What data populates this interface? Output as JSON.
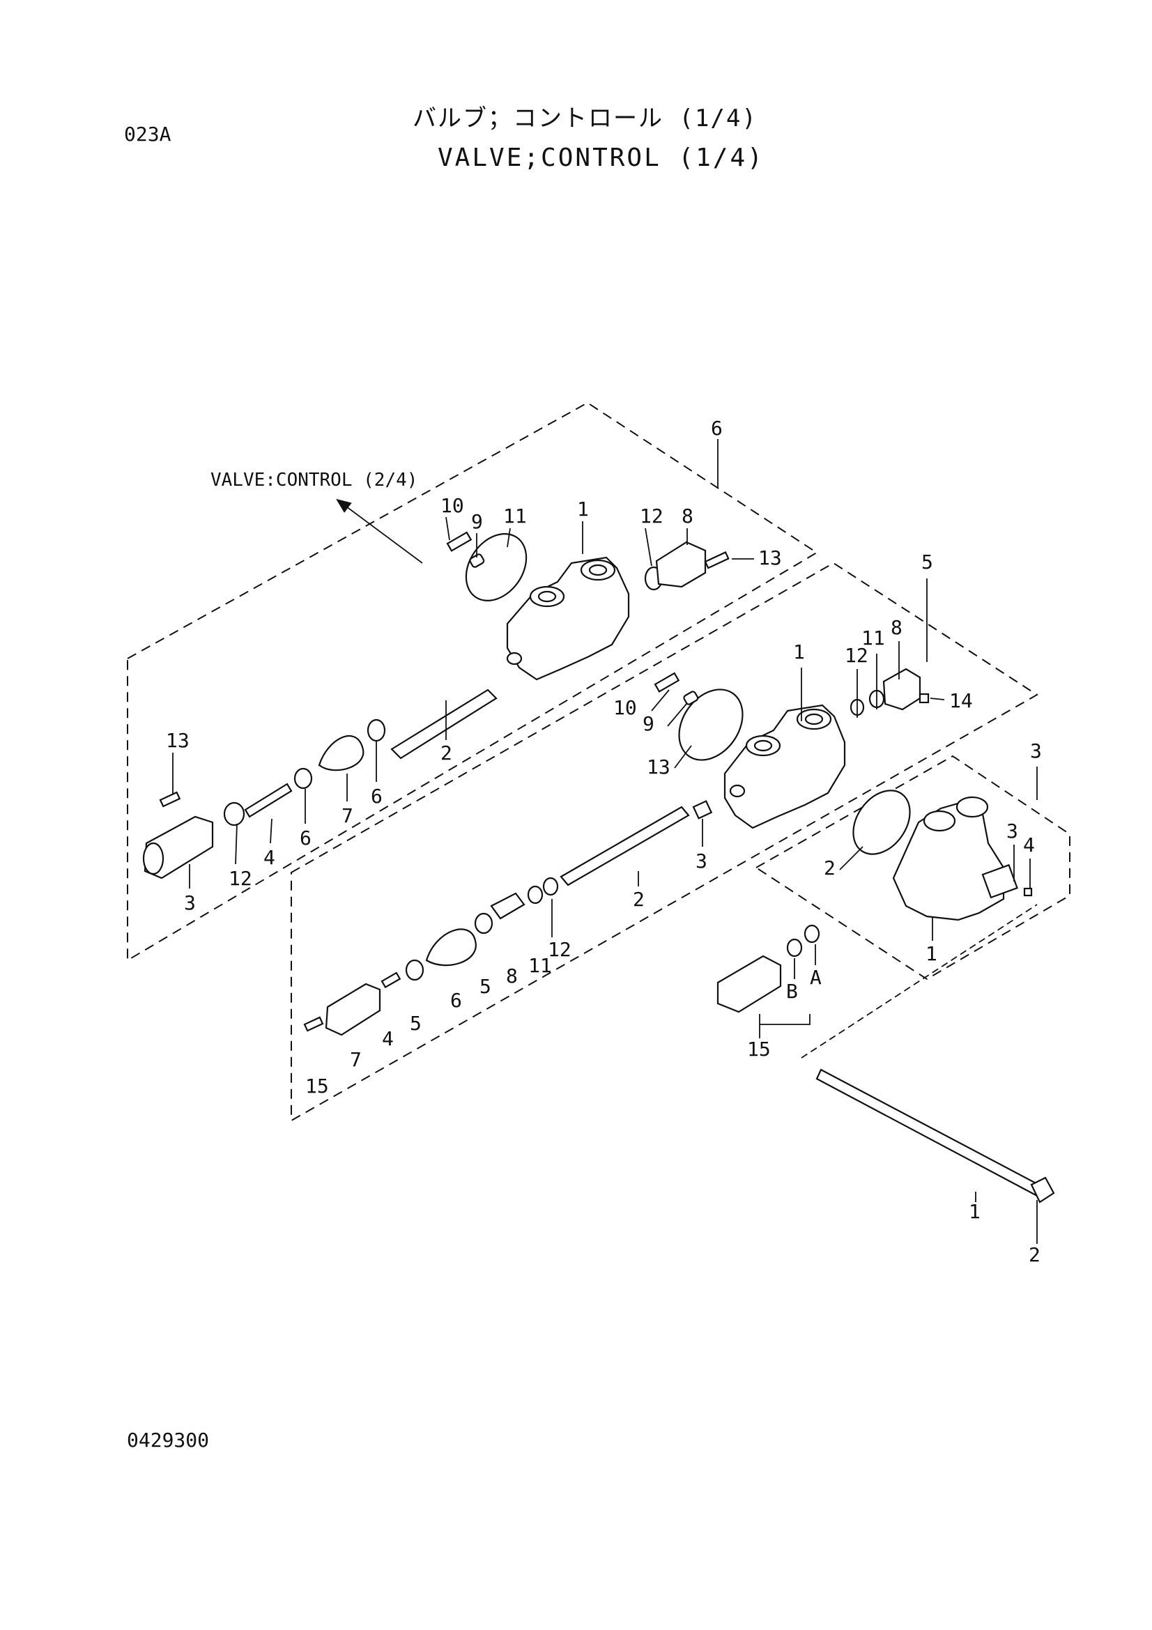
{
  "header": {
    "code": "023A",
    "title_jp": "バルブ；コントロール (1/4)",
    "title_en": "VALVE;CONTROL (1/4)"
  },
  "reference": "VALVE:CONTROL (2/4)",
  "footer": {
    "doc_number": "0429300"
  },
  "callouts": {
    "assembly6": [
      "6",
      "10",
      "9",
      "11",
      "1",
      "12",
      "8",
      "13",
      "13",
      "12",
      "4",
      "6",
      "7",
      "6",
      "2",
      "3"
    ],
    "assembly5": [
      "5",
      "12",
      "11",
      "8",
      "14",
      "1",
      "10",
      "9",
      "13",
      "3",
      "2",
      "12",
      "11",
      "8",
      "5",
      "6",
      "5",
      "4",
      "7",
      "15"
    ],
    "assembly3": [
      "3",
      "3",
      "4",
      "2",
      "1",
      "B",
      "A",
      "15"
    ],
    "tie_rod": [
      "1",
      "2"
    ]
  }
}
